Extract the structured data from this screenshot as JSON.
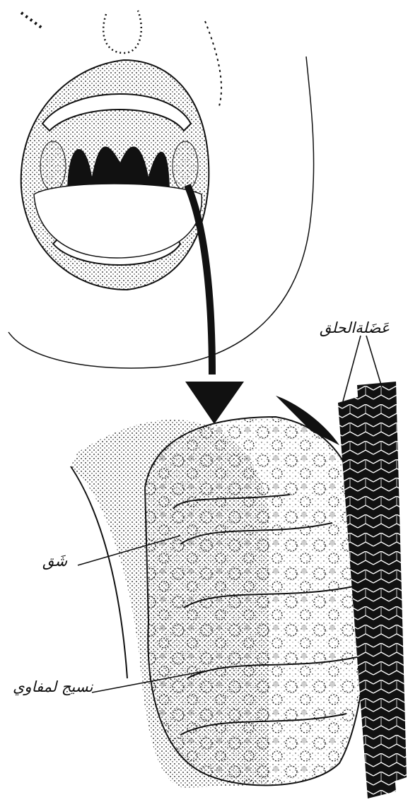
{
  "labels": {
    "constrictor_muscle": "عَضَلةالحلق",
    "crypt": "شَق",
    "lymphoid_tissue": "نسيج لمفاوي"
  },
  "colors": {
    "ink": "#111111",
    "paper": "#ffffff"
  }
}
